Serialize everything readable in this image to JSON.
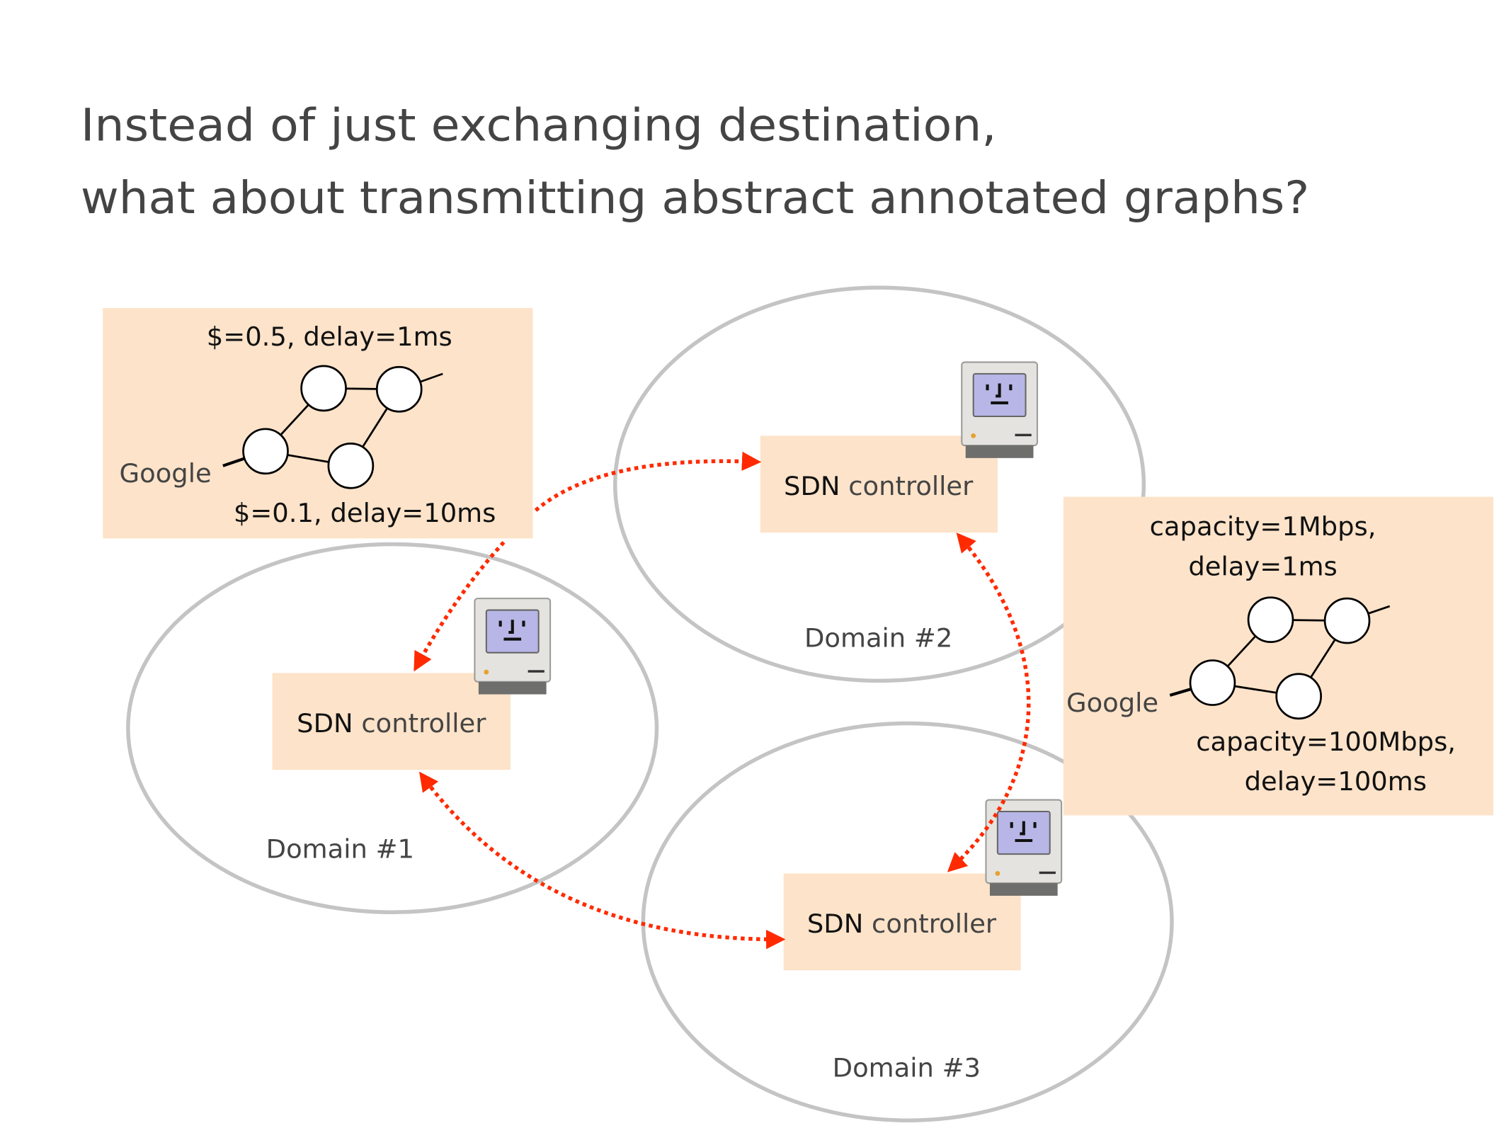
{
  "title": {
    "line1": "Instead of just exchanging destination,",
    "line2": "what about transmitting abstract annotated graphs?"
  },
  "domains": [
    {
      "label": "Domain #1",
      "controller_prefix": "SDN",
      "controller_suffix": " controller"
    },
    {
      "label": "Domain #2",
      "controller_prefix": "SDN",
      "controller_suffix": " controller"
    },
    {
      "label": "Domain #3",
      "controller_prefix": "SDN",
      "controller_suffix": " controller"
    }
  ],
  "left_graph": {
    "top_label": "$=0.5, delay=1ms",
    "source_label": "Google",
    "bottom_label": "$=0.1, delay=10ms"
  },
  "right_graph": {
    "top_label_1": "capacity=1Mbps,",
    "top_label_2": "delay=1ms",
    "source_label": "Google",
    "bottom_label_1": "capacity=100Mbps,",
    "bottom_label_2": "delay=100ms"
  },
  "colors": {
    "box": "#fde3c9",
    "arrow": "#ff2a00",
    "ellipse": "#c4c4c4"
  }
}
